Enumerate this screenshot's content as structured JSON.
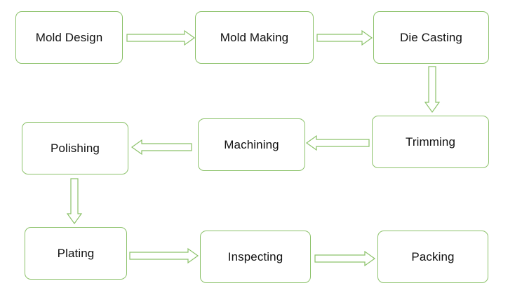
{
  "style": {
    "accent": "#8cc26a",
    "text": "#111111",
    "background": "#ffffff"
  },
  "steps": [
    {
      "id": "mold-design",
      "label": "Mold Design"
    },
    {
      "id": "mold-making",
      "label": "Mold Making"
    },
    {
      "id": "die-casting",
      "label": "Die Casting"
    },
    {
      "id": "trimming",
      "label": "Trimming"
    },
    {
      "id": "machining",
      "label": "Machining"
    },
    {
      "id": "polishing",
      "label": "Polishing"
    },
    {
      "id": "plating",
      "label": "Plating"
    },
    {
      "id": "inspecting",
      "label": "Inspecting"
    },
    {
      "id": "packing",
      "label": "Packing"
    }
  ],
  "flow": [
    [
      "mold-design",
      "mold-making"
    ],
    [
      "mold-making",
      "die-casting"
    ],
    [
      "die-casting",
      "trimming"
    ],
    [
      "trimming",
      "machining"
    ],
    [
      "machining",
      "polishing"
    ],
    [
      "polishing",
      "plating"
    ],
    [
      "plating",
      "inspecting"
    ],
    [
      "inspecting",
      "packing"
    ]
  ]
}
